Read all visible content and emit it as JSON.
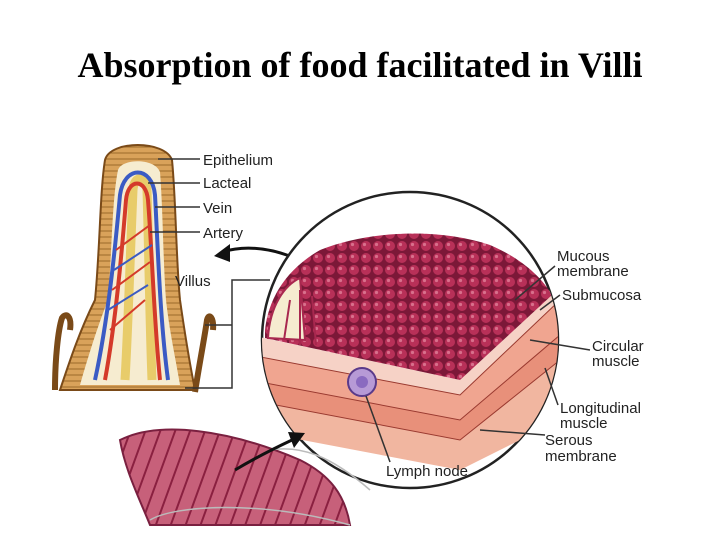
{
  "title": "Absorption of food facilitated in Villi",
  "villus_labels": {
    "epithelium": "Epithelium",
    "lacteal": "Lacteal",
    "vein": "Vein",
    "artery": "Artery",
    "villus": "Villus"
  },
  "wall_labels": {
    "mucous_1": "Mucous",
    "mucous_2": "membrane",
    "submucosa": "Submucosa",
    "circular_1": "Circular",
    "circular_2": "muscle",
    "longitudinal_1": "Longitudinal",
    "longitudinal_2": "muscle",
    "serous_1": "Serous",
    "serous_2": "membrane",
    "lymph_node": "Lymph node"
  },
  "colors": {
    "epithelium": "#d9a25a",
    "lacteal": "#f3e3a0",
    "vein": "#3b5bc4",
    "artery": "#d43a2a",
    "mucosa": "#a8284f",
    "muscle": "#e8907a"
  }
}
